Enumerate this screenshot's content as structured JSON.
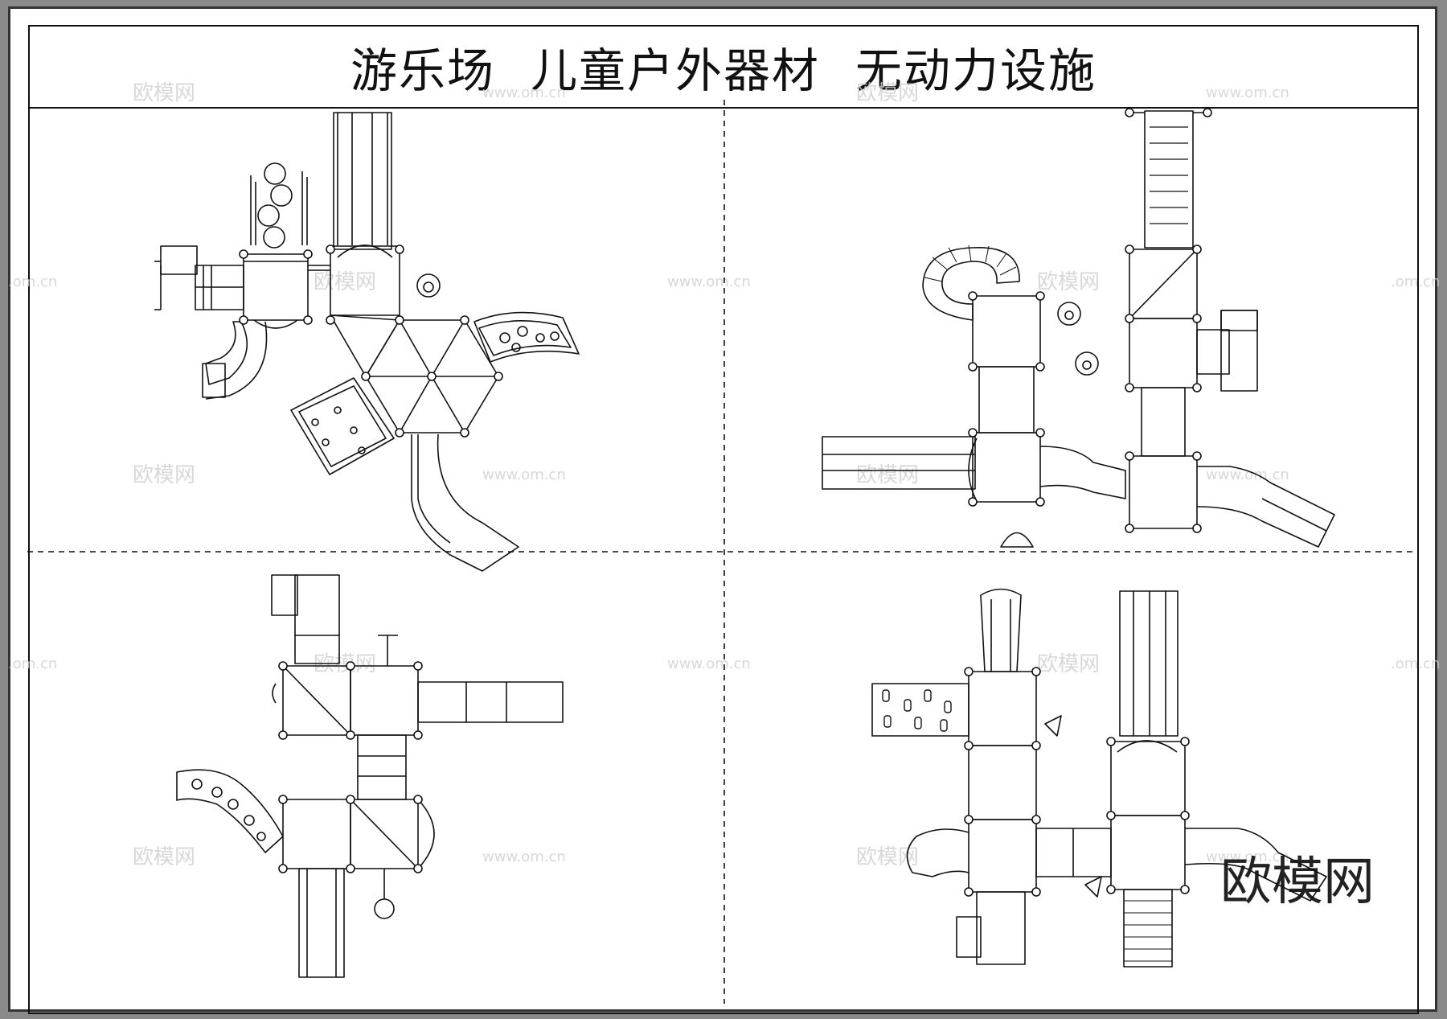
{
  "title": {
    "part1": "游乐场",
    "part2": "儿童户外器材",
    "part3": "无动力设施"
  },
  "watermark": {
    "logo": "欧模网",
    "url": "www.om.cn",
    "url_partial": ".om.cn",
    "big": "欧模网"
  },
  "colors": {
    "line": "#111111",
    "watermark": "#cfcfcf",
    "background": "#ffffff"
  }
}
